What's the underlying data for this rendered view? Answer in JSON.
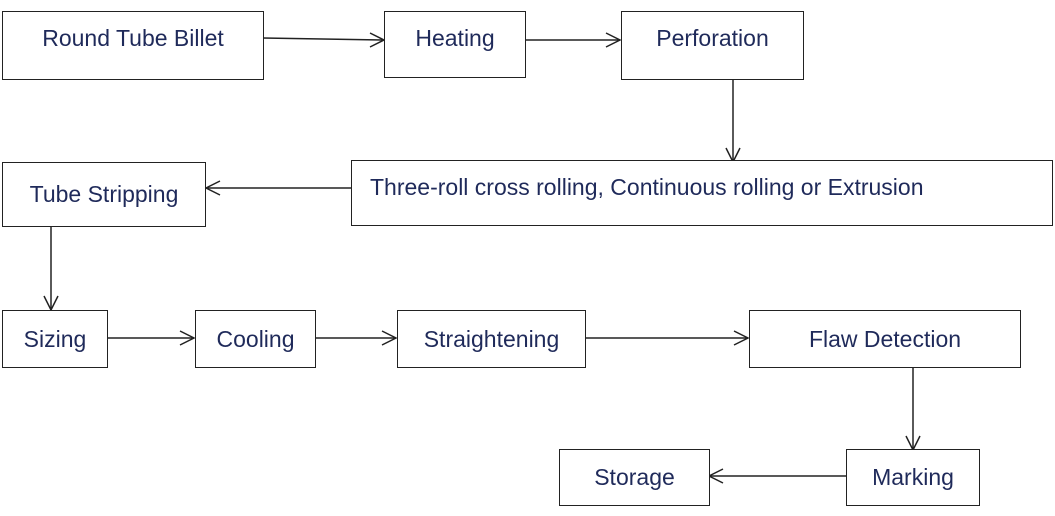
{
  "nodes": {
    "round_tube_billet": "Round Tube Billet",
    "heating": "Heating",
    "perforation": "Perforation",
    "rolling": "Three-roll cross rolling, Continuous rolling or Extrusion",
    "tube_stripping": "Tube Stripping",
    "sizing": "Sizing",
    "cooling": "Cooling",
    "straightening": "Straightening",
    "flaw_detection": "Flaw Detection",
    "marking": "Marking",
    "storage": "Storage"
  },
  "edges": [
    {
      "from": "round_tube_billet",
      "to": "heating"
    },
    {
      "from": "heating",
      "to": "perforation"
    },
    {
      "from": "perforation",
      "to": "rolling"
    },
    {
      "from": "rolling",
      "to": "tube_stripping"
    },
    {
      "from": "tube_stripping",
      "to": "sizing"
    },
    {
      "from": "sizing",
      "to": "cooling"
    },
    {
      "from": "cooling",
      "to": "straightening"
    },
    {
      "from": "straightening",
      "to": "flaw_detection"
    },
    {
      "from": "flaw_detection",
      "to": "marking"
    },
    {
      "from": "marking",
      "to": "storage"
    }
  ]
}
